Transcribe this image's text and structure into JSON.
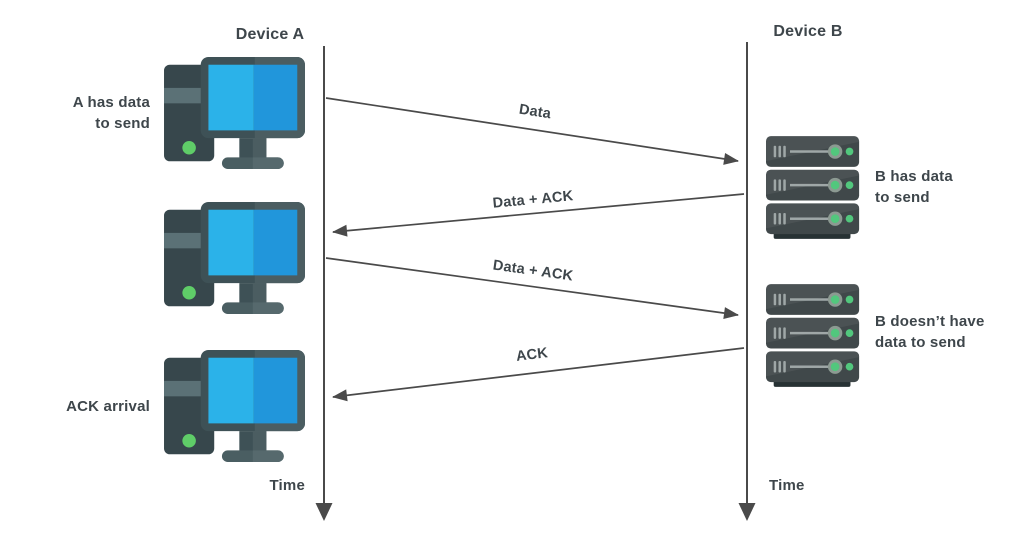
{
  "devices": {
    "a": "Device A",
    "b": "Device B"
  },
  "timelines": {
    "a_time": "Time",
    "b_time": "Time"
  },
  "annotations": {
    "a_has_data": "A has data\nto send",
    "ack_arrival": "ACK arrival",
    "b_has_data": "B has data\nto send",
    "b_no_data": "B doesn’t have\ndata to send"
  },
  "messages": [
    {
      "label": "Data",
      "from": "Device A",
      "to": "Device B"
    },
    {
      "label": "Data + ACK",
      "from": "Device B",
      "to": "Device A"
    },
    {
      "label": "Data + ACK",
      "from": "Device A",
      "to": "Device B"
    },
    {
      "label": "ACK",
      "from": "Device B",
      "to": "Device A"
    }
  ],
  "colors": {
    "line": "#4a4a4a",
    "text": "#3e464b",
    "screen_left": "#2bb2e9",
    "screen_right": "#2196db",
    "frame_dark": "#3e5156",
    "frame_light": "#4b5d61",
    "tower": "#37474c",
    "tower_stripe": "#5b7176",
    "green": "#5fcd68",
    "green2": "#52c77d",
    "server_body": "#40484a",
    "server_base": "#273234",
    "metal": "#9fa7a7",
    "knob_ring": "#8c9a92",
    "base_dark": "#4a5e62",
    "base_light": "#56696d"
  }
}
